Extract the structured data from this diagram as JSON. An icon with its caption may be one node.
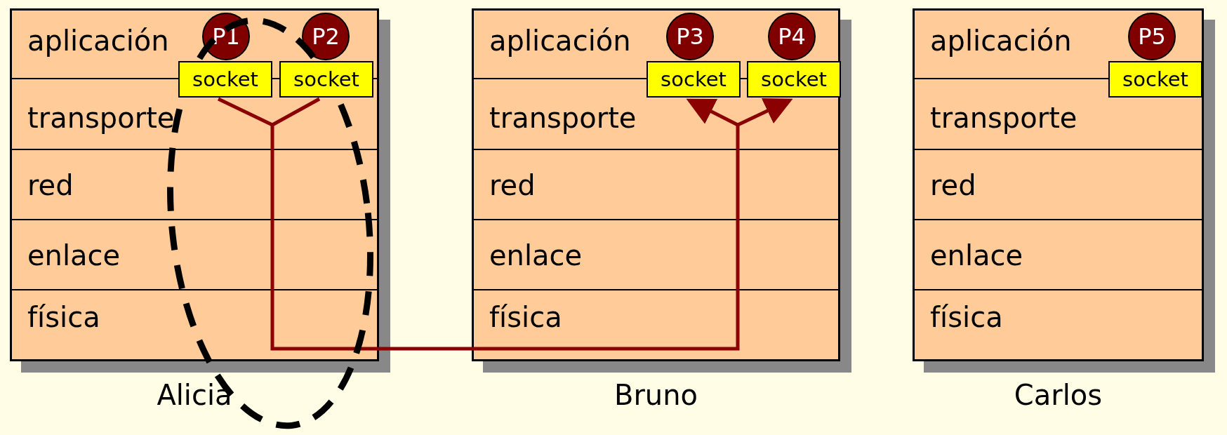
{
  "diagram": {
    "nodes": [
      {
        "text": [],
        "shape": "box",
        "beside": [
          "Alicia"
        ]
      },
      {
        "text": [
          "aplicación"
        ],
        "in": 0
      },
      {
        "text": [
          "transporte"
        ],
        "in": 0
      },
      {
        "text": [
          "red"
        ],
        "in": 0
      },
      {
        "text": [
          "enlace"
        ],
        "in": 0
      },
      {
        "text": [
          "física"
        ],
        "in": 0
      },
      {
        "text": [
          "P1"
        ],
        "in": 1
      },
      {
        "text": [
          "P2"
        ],
        "in": 1
      },
      {
        "text": [
          "socket"
        ],
        "in": 0
      },
      {
        "text": [
          "socket"
        ],
        "in": 0
      },
      {
        "text": [],
        "shape": "box",
        "beside": [
          "Bruno"
        ]
      },
      {
        "text": [
          "aplicación"
        ],
        "in": 10
      },
      {
        "text": [
          "transporte"
        ],
        "in": 10
      },
      {
        "text": [
          "red"
        ],
        "in": 10
      },
      {
        "text": [
          "enlace"
        ],
        "in": 10
      },
      {
        "text": [
          "física"
        ],
        "in": 10
      },
      {
        "text": [
          "P3"
        ],
        "in": 11
      },
      {
        "text": [
          "P4"
        ],
        "in": 11
      },
      {
        "text": [
          "socket"
        ],
        "in": 10
      },
      {
        "text": [
          "socket"
        ],
        "in": 10
      },
      {
        "text": [],
        "shape": "box",
        "beside": [
          "Carlos"
        ]
      },
      {
        "text": [
          "aplicación"
        ],
        "in": 20
      },
      {
        "text": [
          "transporte"
        ],
        "in": 20
      },
      {
        "text": [
          "red"
        ],
        "in": 20
      },
      {
        "text": [
          "enlace"
        ],
        "in": 20
      },
      {
        "text": [
          "física"
        ],
        "in": 20
      },
      {
        "text": [
          "P5"
        ],
        "in": 21
      },
      {
        "text": [
          "socket"
        ],
        "in": 20
      }
    ],
    "edges": [
      {
        "from": 8,
        "to": 18,
        "arrow": "to"
      },
      {
        "from": 8,
        "to": 19,
        "arrow": "to"
      },
      {
        "from": 9,
        "to": 18,
        "arrow": "to"
      },
      {
        "from": 9,
        "to": 19,
        "arrow": "to"
      }
    ]
  }
}
